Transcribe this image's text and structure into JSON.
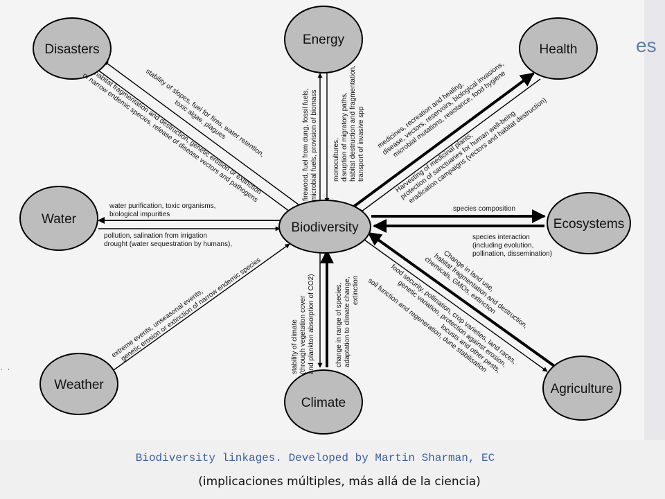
{
  "slide": {
    "background_fragment": "es",
    "caption": "Biodiversity linkages. Developed by Martin Sharman, EC",
    "subcaption": "(implicaciones múltiples, más allá de la ciencia)"
  },
  "diagram": {
    "center": "Biodiversity",
    "nodes": {
      "disasters": "Disasters",
      "energy": "Energy",
      "health": "Health",
      "water": "Water",
      "ecosystems": "Ecosystems",
      "weather": "Weather",
      "climate": "Climate",
      "agriculture": "Agriculture"
    },
    "edges": {
      "disasters_out": [
        "stability of slopes, fuel for fires, water retention,",
        "toxic algae, plagues"
      ],
      "disasters_in": [
        "habitat fragmentation and destruction, genetic erosion or extinction",
        "of narrow endemic species, release of disease vectors and pathogens"
      ],
      "energy_out": [
        "firewood, fuel from dung, fossil fuels,",
        "microbial fuels, provision of biomass"
      ],
      "energy_in": [
        "monocultures,",
        "disruption of migratory paths,",
        "habitat destruction and fragmentation,",
        "transport of invasive spp"
      ],
      "health_out": [
        "medicines, recreation and healing,",
        "disease, vectors, reservoirs, biological invasions,",
        "microbial mutations, resistance, food hygiene"
      ],
      "health_in": [
        "Harvesting of medicinal plants,",
        "protection of sanctuaries for human well-being",
        "eradication campaigns (vectors and habitat destruction)"
      ],
      "water_out": [
        "water purification, toxic organisms,",
        "biological impurities"
      ],
      "water_in": [
        "pollution, salination from irrigation",
        "drought (water sequestration by humans),"
      ],
      "ecosystems_out": [
        "species composition"
      ],
      "ecosystems_in": [
        "species interaction",
        "(including evolution,",
        "pollination, dissemination)"
      ],
      "weather": [
        "extreme events, unseasonal events,",
        "genetic erosion or extinction of narrow endemic species"
      ],
      "climate_out": [
        "stability of climate",
        "(through vegetation cover",
        "and plankton absorption of CO2)"
      ],
      "climate_in": [
        "change in range of species,",
        "adaptation to climate change,",
        "extinction"
      ],
      "agriculture_in": [
        "Change in land use,",
        "habitat fragmentation and destruction,",
        "chemicals, GMOs, extinction"
      ],
      "agriculture_out": [
        "food security, pollination, crop varieties, land races,",
        "genetic variation, protection against erosion,",
        "locusts and other pests,",
        "soil function and regeneration, dune stabilisation"
      ]
    }
  },
  "colors": {
    "node_fill": "#bdbdbd",
    "stroke": "#000000",
    "caption": "#3a5fa8",
    "panel": "#f4f4f4"
  }
}
